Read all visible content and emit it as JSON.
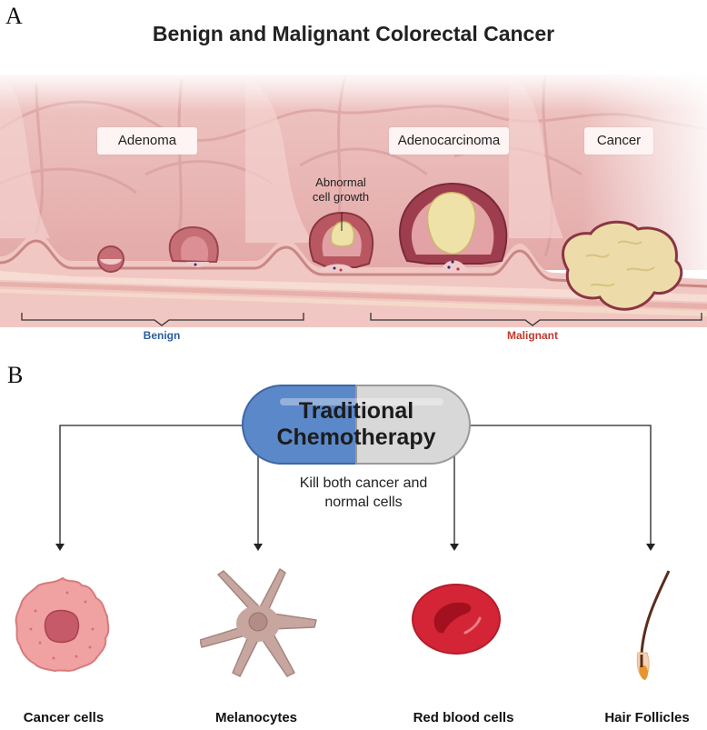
{
  "panel_a": {
    "letter": "A",
    "title": "Benign and Malignant Colorectal Cancer",
    "stage_labels": {
      "adenoma": "Adenoma",
      "adenocarcinoma": "Adenocarcinoma",
      "cancer": "Cancer"
    },
    "annotation_line1": "Abnormal",
    "annotation_line2": "cell growth",
    "benign_label": "Benign",
    "malignant_label": "Malignant"
  },
  "panel_b": {
    "letter": "B",
    "pill_line1": "Traditional",
    "pill_line2": "Chemotherapy",
    "effect_line1": "Kill both cancer and",
    "effect_line2": "normal cells",
    "targets": [
      "Cancer cells",
      "Melanocytes",
      "Red blood cells",
      "Hair Follicles"
    ]
  },
  "colors": {
    "benign": "#2a5d9b",
    "malignant": "#c0392b",
    "pill_blue": "#5b88c9",
    "pill_gray": "#d6d6d6",
    "tissue_pink": "#e8b4b4"
  }
}
